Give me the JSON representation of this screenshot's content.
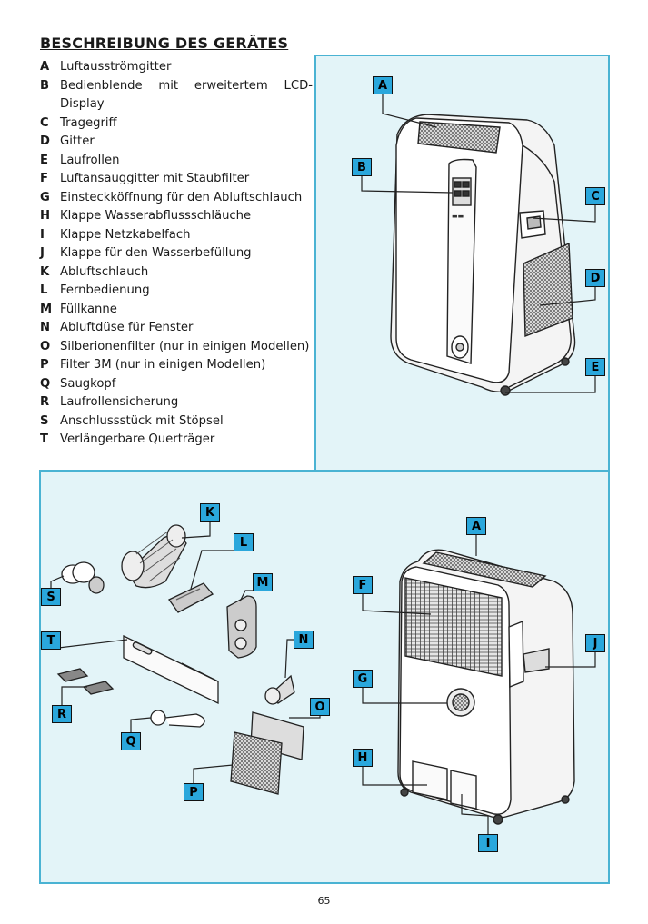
{
  "heading": "BESCHREIBUNG DES GERÄTES",
  "legend": [
    {
      "key": "A",
      "text": "Luftausströmgitter"
    },
    {
      "key": "B",
      "text": "Bedienblende mit erweitertem LCD-Display"
    },
    {
      "key": "C",
      "text": "Tragegriff"
    },
    {
      "key": "D",
      "text": "Gitter"
    },
    {
      "key": "E",
      "text": "Laufrollen"
    },
    {
      "key": "F",
      "text": "Luftansauggitter mit Staubfilter"
    },
    {
      "key": "G",
      "text": "Einsteckköffnung für den Abluftschlauch"
    },
    {
      "key": "H",
      "text": "Klappe Wasserabflussschläuche"
    },
    {
      "key": "I",
      "text": "Klappe Netzkabelfach"
    },
    {
      "key": "J",
      "text": "Klappe für den Wasserbefüllung"
    },
    {
      "key": "K",
      "text": "Abluftschlauch"
    },
    {
      "key": "L",
      "text": "Fernbedienung"
    },
    {
      "key": "M",
      "text": "Füllkanne"
    },
    {
      "key": "N",
      "text": "Abluftdüse für Fenster"
    },
    {
      "key": "O",
      "text": "Silberionenfilter (nur in einigen Modellen)"
    },
    {
      "key": "P",
      "text": "Filter 3M (nur in einigen Modellen)"
    },
    {
      "key": "Q",
      "text": "Saugkopf"
    },
    {
      "key": "R",
      "text": "Laufrollensicherung"
    },
    {
      "key": "S",
      "text": "Anschlussstück mit Stöpsel"
    },
    {
      "key": "T",
      "text": "Verlängerbare Querträger"
    }
  ],
  "callouts": {
    "a1": "A",
    "b": "B",
    "c": "C",
    "d": "D",
    "e": "E",
    "k": "K",
    "l": "L",
    "m": "M",
    "s": "S",
    "t": "T",
    "n": "N",
    "r": "R",
    "o": "O",
    "q": "Q",
    "p": "P",
    "a2": "A",
    "f": "F",
    "j": "J",
    "g": "G",
    "h": "H",
    "i": "I"
  },
  "page_number": "65",
  "colors": {
    "panel": "#e3f4f8",
    "border": "#4ab3d3",
    "label": "#2aa7dc"
  }
}
